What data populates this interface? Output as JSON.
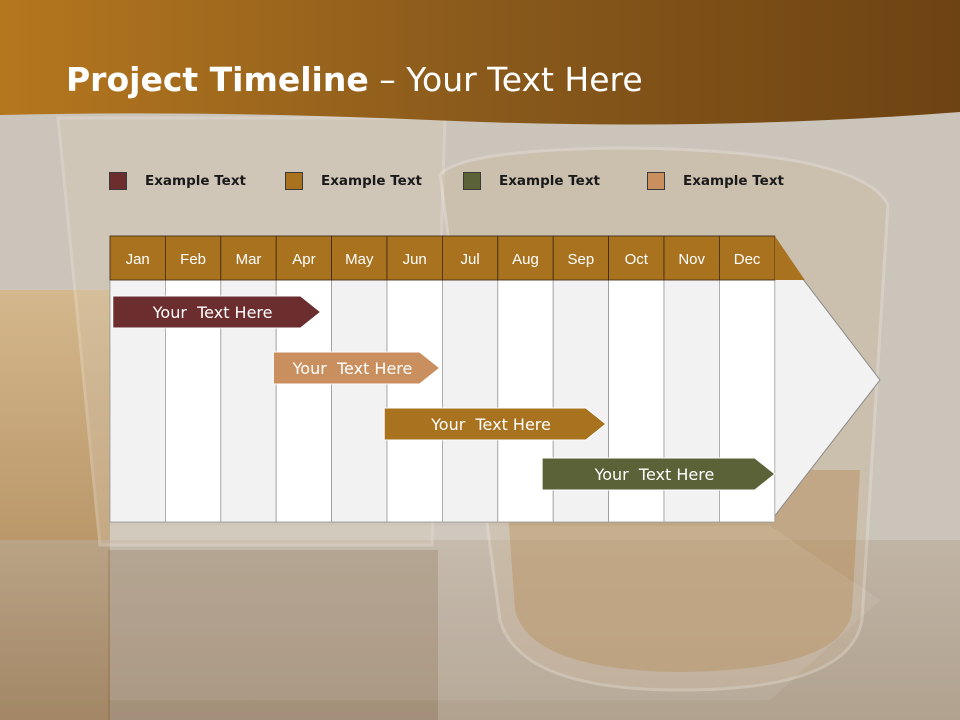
{
  "slide": {
    "title_bold": "Project Timeline",
    "title_rest": " – Your Text Here"
  },
  "legend": [
    {
      "label": "Example Text",
      "color": "#6b2d2d"
    },
    {
      "label": "Example Text",
      "color": "#a8721f"
    },
    {
      "label": "Example Text",
      "color": "#5c6238"
    },
    {
      "label": "Example Text",
      "color": "#c98f5e"
    }
  ],
  "months": [
    "Jan",
    "Feb",
    "Mar",
    "Apr",
    "May",
    "Jun",
    "Jul",
    "Aug",
    "Sep",
    "Oct",
    "Nov",
    "Dec"
  ],
  "tasks": [
    {
      "label": "Your  Text Here",
      "color": "#6b2d2d"
    },
    {
      "label": "Your  Text Here",
      "color": "#c98f5e"
    },
    {
      "label": "Your  Text Here",
      "color": "#a8721f"
    },
    {
      "label": "Your  Text Here",
      "color": "#5c6238"
    }
  ],
  "colors": {
    "header_band": "#a8721f",
    "month_bar": "#a8721f",
    "column_light": "#f2f2f2",
    "column_white": "#ffffff"
  }
}
